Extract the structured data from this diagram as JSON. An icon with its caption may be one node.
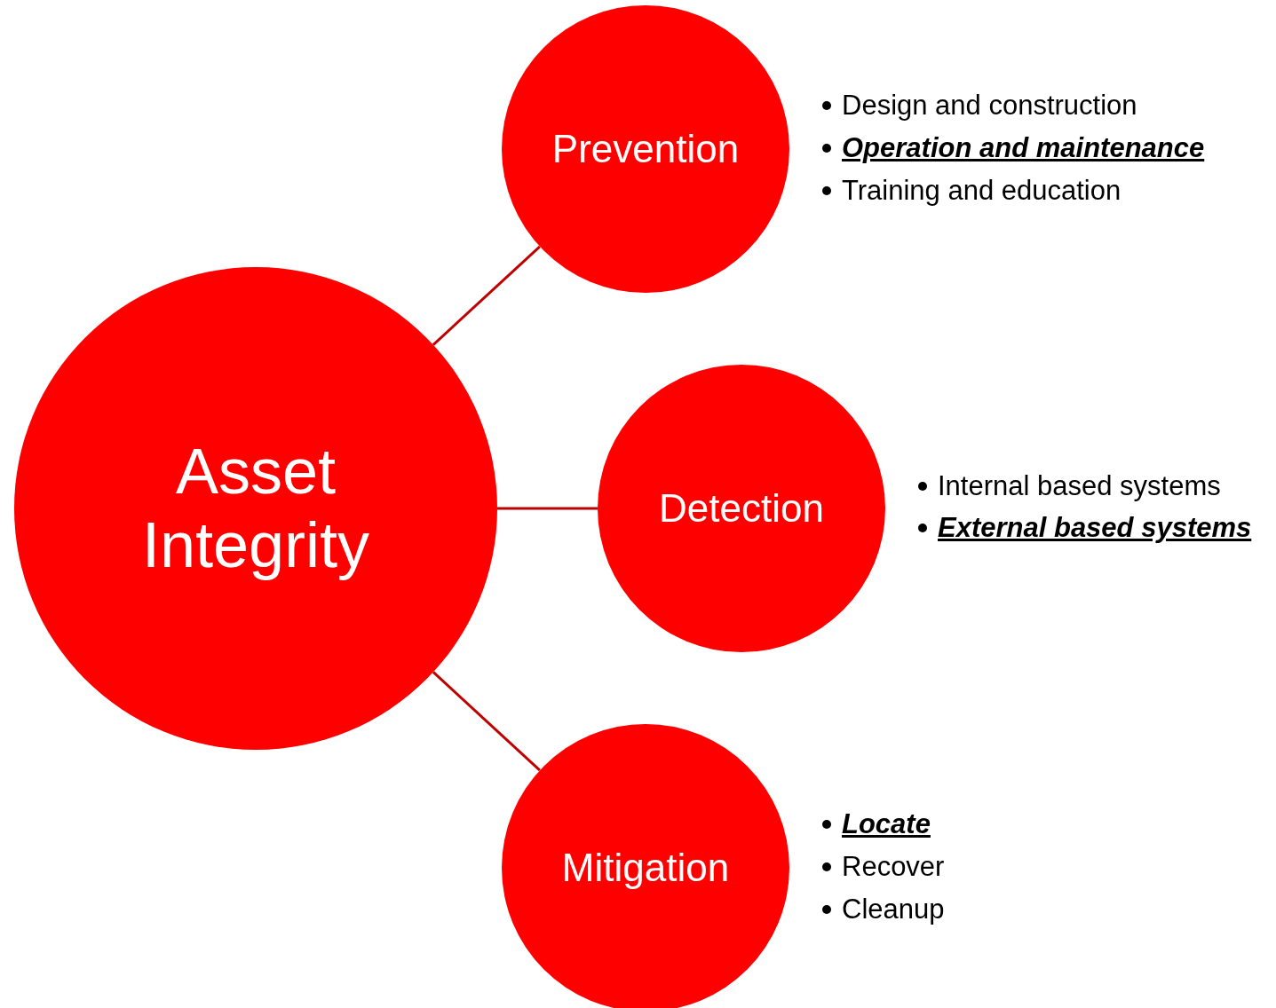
{
  "diagram": {
    "nodes": [
      {
        "text": [
          "Asset Integrity"
        ]
      },
      {
        "text": [
          "Prevention"
        ],
        "beside": [
          "Design and construction",
          "Operation and maintenance",
          "Training and education"
        ]
      },
      {
        "text": [
          "Detection"
        ],
        "beside": [
          "Internal based systems",
          "External based systems"
        ]
      },
      {
        "text": [
          "Mitigation"
        ],
        "beside": [
          "Locate",
          "Recover",
          "Cleanup"
        ]
      }
    ],
    "edges": [
      {
        "from": 0,
        "to": 1,
        "arrow": "none"
      },
      {
        "from": 0,
        "to": 2,
        "arrow": "none"
      },
      {
        "from": 0,
        "to": 3,
        "arrow": "none"
      }
    ]
  }
}
